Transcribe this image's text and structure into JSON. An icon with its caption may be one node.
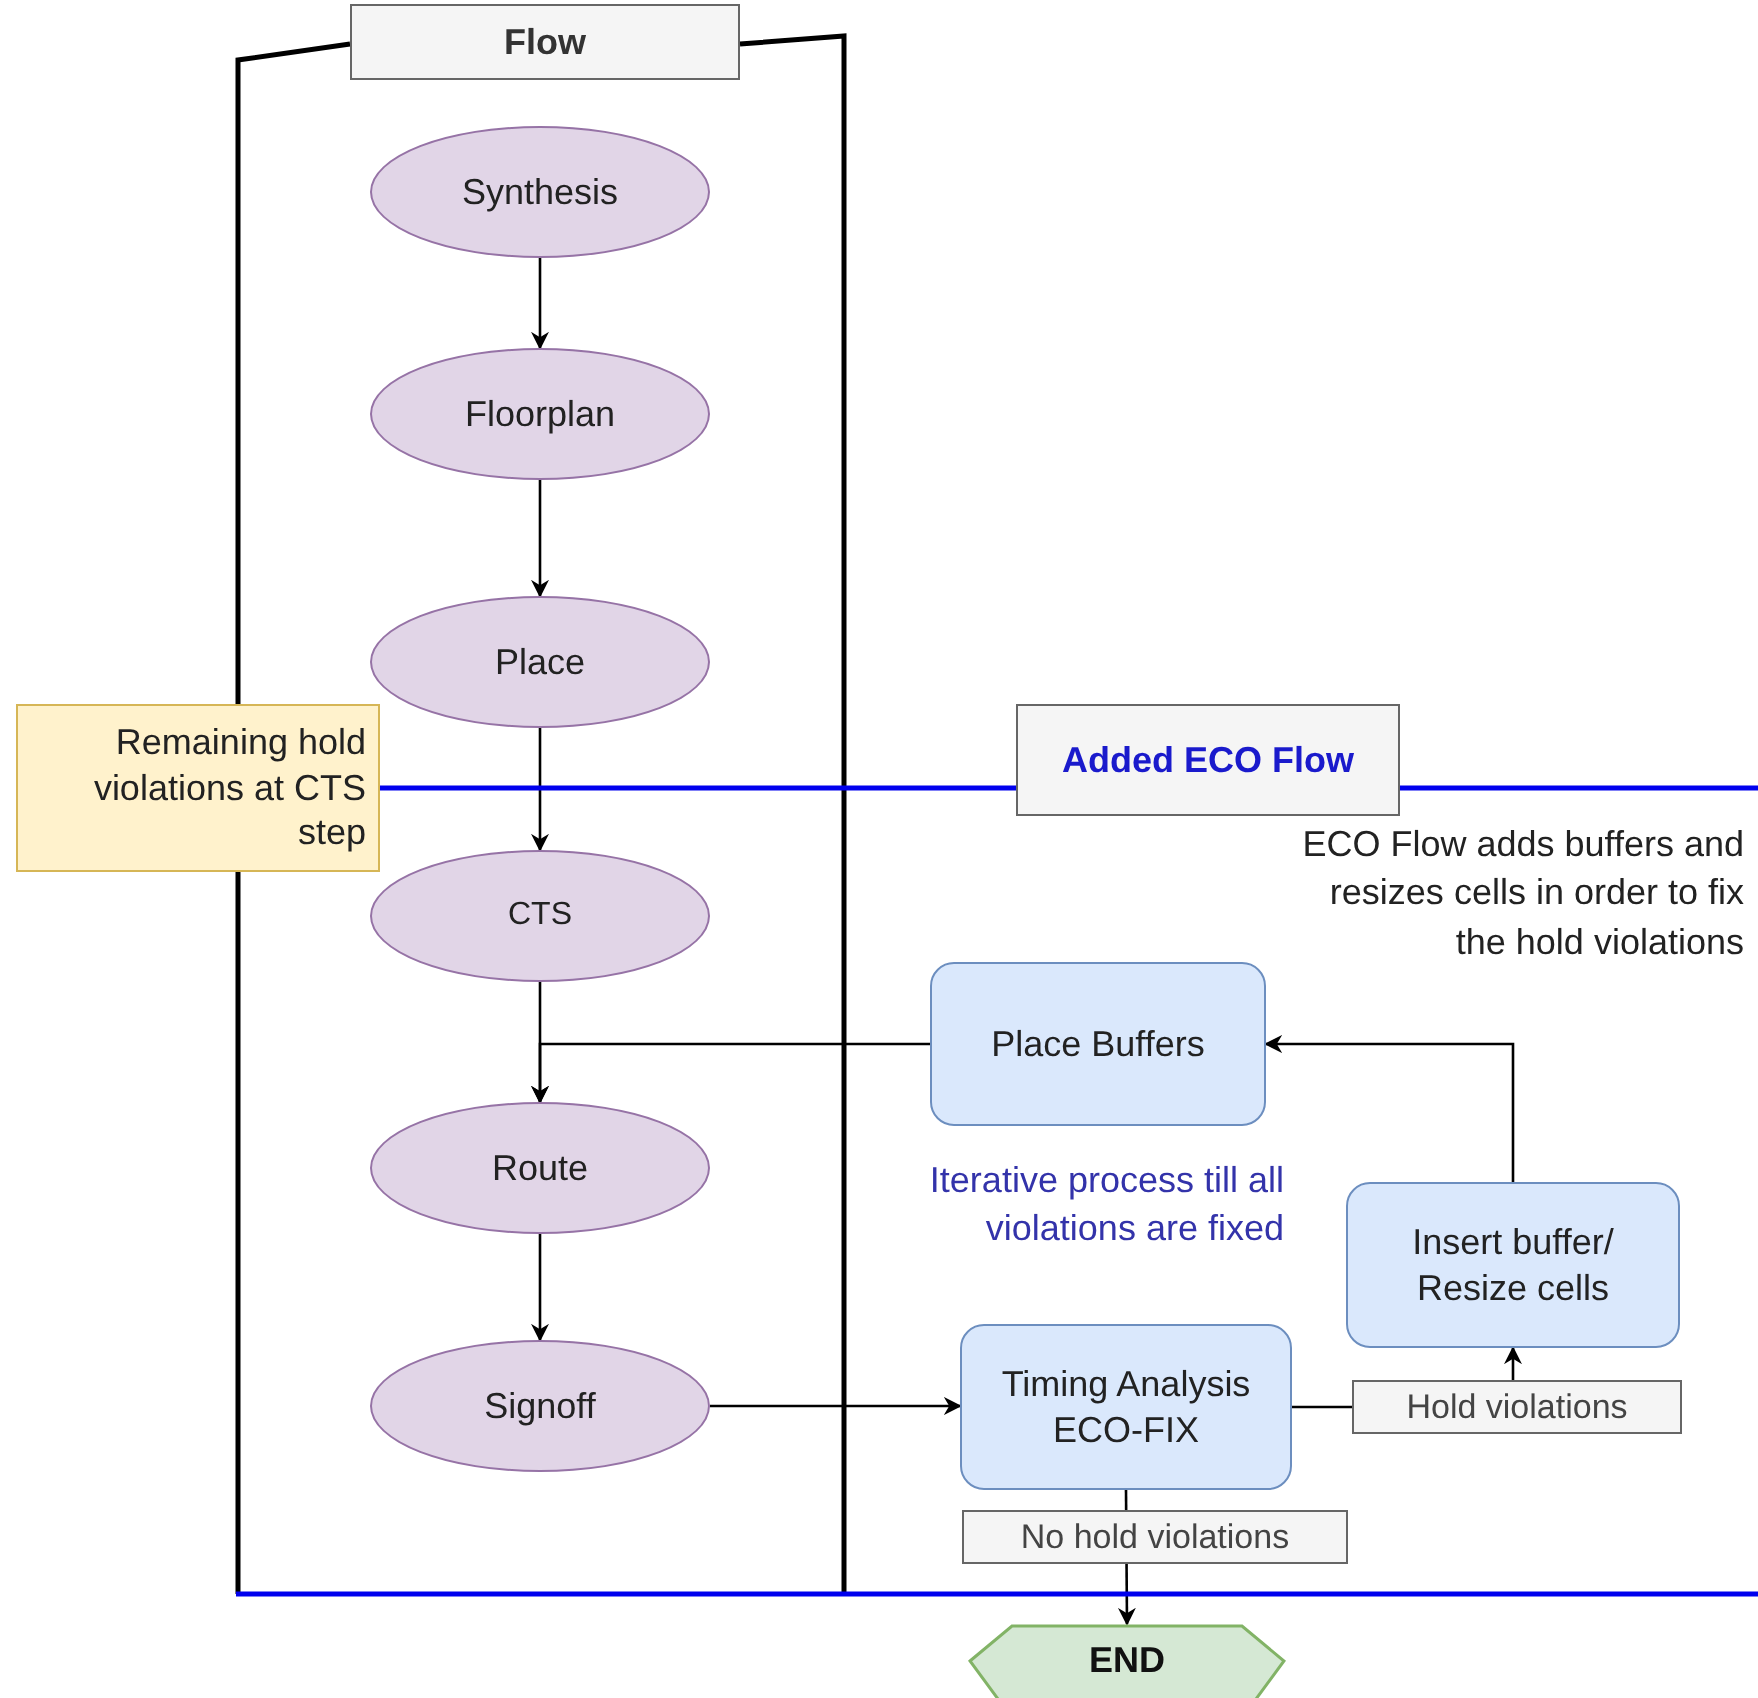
{
  "diagram": {
    "nodes": [
      {
        "text": [
          "Flow"
        ]
      },
      {
        "text": [
          "Synthesis"
        ],
        "in": 0
      },
      {
        "text": [
          "Floorplan"
        ],
        "in": 0
      },
      {
        "text": [
          "Place"
        ],
        "in": 0
      },
      {
        "text": [
          "CTS"
        ]
      },
      {
        "text": [
          "Route"
        ]
      },
      {
        "text": [
          "Signoff"
        ]
      },
      {
        "text": [
          "Remaining hold violations at CTS step"
        ]
      },
      {
        "text": [
          "Added ECO Flow"
        ]
      },
      {
        "text": [
          "Place Buffers"
        ],
        "in": 8
      },
      {
        "text": [
          "Insert buffer/ Resize cells"
        ],
        "in": 8
      },
      {
        "text": [
          "Timing Analysis ECO-FIX"
        ],
        "in": 8
      },
      {
        "text": [
          "END"
        ]
      }
    ],
    "edges": [
      {
        "from": 1,
        "to": 2,
        "arrow": "to"
      },
      {
        "from": 2,
        "to": 3,
        "arrow": "to"
      },
      {
        "from": 3,
        "to": 4,
        "arrow": "to"
      },
      {
        "from": 4,
        "to": 5,
        "arrow": "to"
      },
      {
        "from": 5,
        "to": 6,
        "arrow": "to"
      },
      {
        "from": 6,
        "to": 11,
        "arrow": "to"
      },
      {
        "from": 11,
        "to": 10,
        "arrow": "to",
        "label": "Hold violations"
      },
      {
        "from": 10,
        "to": 9,
        "arrow": "to"
      },
      {
        "from": 9,
        "to": 5,
        "arrow": "to"
      },
      {
        "from": 11,
        "to": 12,
        "arrow": "to",
        "label": "No hold violations"
      }
    ],
    "labels": [
      "ECO Flow adds buffers and resizes cells in order to fix the hold violations",
      "Iterative process till all violations are fixed"
    ]
  }
}
